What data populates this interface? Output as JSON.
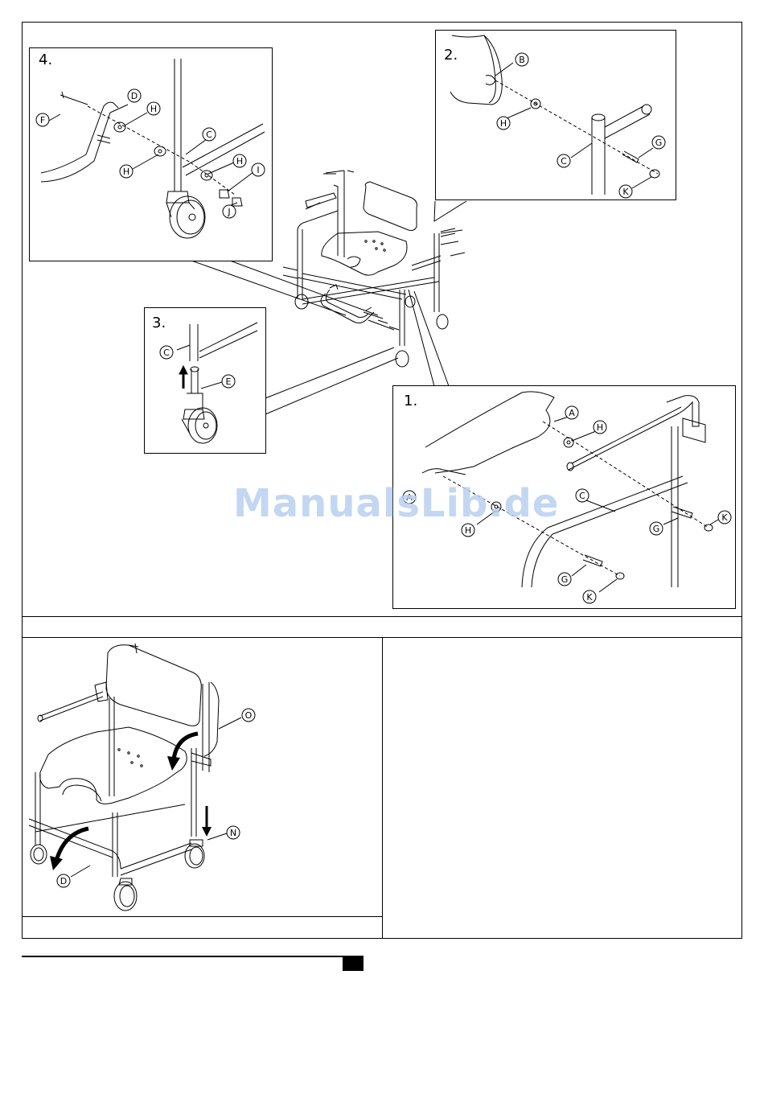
{
  "steps": {
    "s1": "1.",
    "s2": "2.",
    "s3": "3.",
    "s4": "4."
  },
  "part_labels": {
    "A": "A",
    "B": "B",
    "C": "C",
    "D": "D",
    "E": "E",
    "F": "F",
    "G": "G",
    "H": "H",
    "I": "I",
    "J": "J",
    "K": "K",
    "N": "N",
    "O": "O"
  },
  "watermark": "ManualsLib.de",
  "colors": {
    "line": "#000000",
    "watermark": "#b9cff0"
  }
}
